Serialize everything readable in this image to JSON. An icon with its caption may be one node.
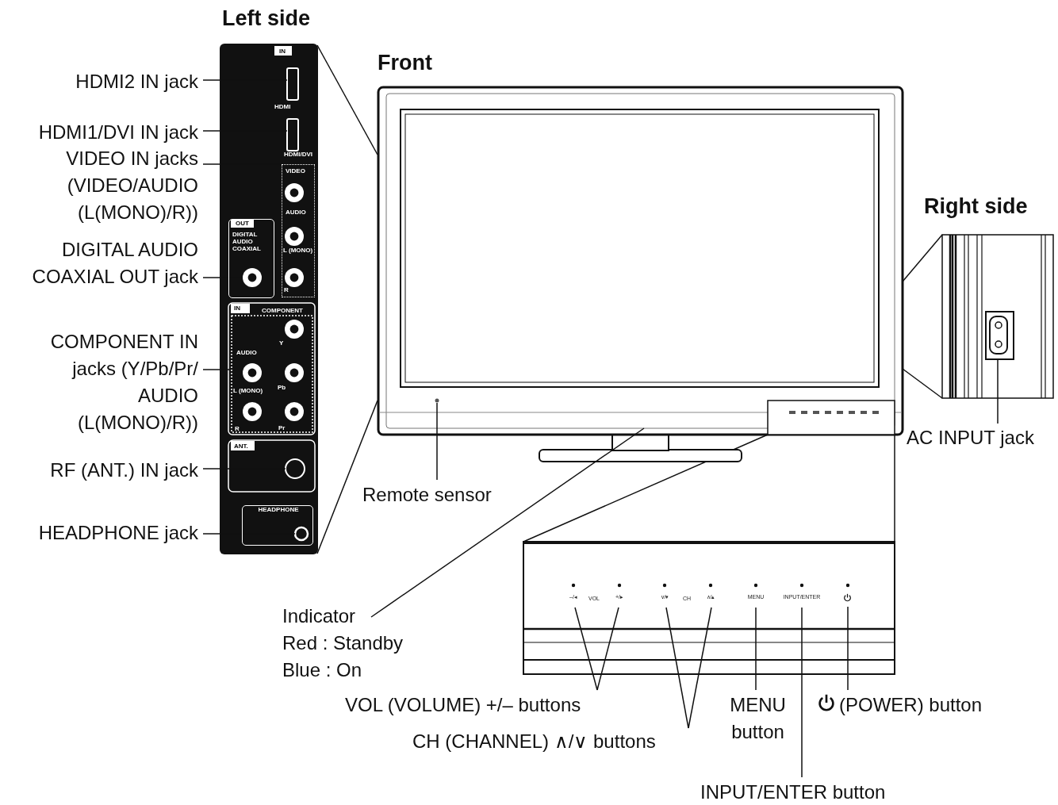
{
  "diagram": {
    "nodes": [
      {
        "text": [
          "HDMI2 IN jack"
        ]
      },
      {
        "text": [
          "HDMI1/DVI IN jack"
        ]
      },
      {
        "text": [
          "VIDEO IN jacks (VIDEO/AUDIO (L(MONO)/R))"
        ]
      },
      {
        "text": [
          "DIGITAL AUDIO COAXIAL OUT jack"
        ]
      },
      {
        "text": [
          "COMPONENT IN jacks (Y/Pb/Pr/ AUDIO (L(MONO)/R))"
        ]
      },
      {
        "text": [
          "RF (ANT.) IN jack"
        ]
      },
      {
        "text": [
          "HEADPHONE jack"
        ]
      },
      {
        "text": [
          "Remote sensor"
        ]
      },
      {
        "text": [
          "AC INPUT jack"
        ]
      },
      {
        "text": [
          "Indicator",
          "Red : Standby Blue : On"
        ]
      },
      {
        "text": [
          "VOL (VOLUME) +/– buttons"
        ]
      },
      {
        "text": [
          "CH (CHANNEL) ∧/∨ buttons"
        ]
      },
      {
        "text": [
          "MENU button"
        ]
      },
      {
        "text": [
          "(POWER) button"
        ]
      },
      {
        "text": [
          "INPUT/ENTER button"
        ]
      },
      {
        "text": [
          "OUT",
          "DIGITAL AUDIO COAXIAL"
        ]
      },
      {
        "text": [
          "HEADPHONE"
        ]
      },
      {
        "text": [
          "–/◂"
        ]
      },
      {
        "text": [
          "+/▸"
        ]
      },
      {
        "text": [
          "∨/▾"
        ]
      },
      {
        "text": [
          "∧/▴"
        ]
      },
      {
        "text": [
          "MENU"
        ]
      },
      {
        "text": [
          "INPUT/ENTER"
        ]
      },
      {
        "text": [
          "VIDEO",
          "AUDIO",
          "L (MONO)",
          "R"
        ]
      }
    ],
    "edges": [
      {
        "from": 0,
        "to": null,
        "arrow": "none"
      },
      {
        "from": 1,
        "to": null,
        "arrow": "none"
      },
      {
        "from": 2,
        "to": 23,
        "arrow": "none"
      },
      {
        "from": 3,
        "to": 15,
        "arrow": "none"
      },
      {
        "from": 4,
        "to": null,
        "arrow": "none"
      },
      {
        "from": 5,
        "to": null,
        "arrow": "none"
      },
      {
        "from": 6,
        "to": 16,
        "arrow": "none"
      },
      {
        "from": 7,
        "to": null,
        "arrow": "none"
      },
      {
        "from": 8,
        "to": null,
        "arrow": "none"
      },
      {
        "from": 9,
        "to": null,
        "arrow": "none"
      },
      {
        "from": 10,
        "to": 17,
        "arrow": "none"
      },
      {
        "from": 10,
        "to": 18,
        "arrow": "none"
      },
      {
        "from": 11,
        "to": 19,
        "arrow": "none"
      },
      {
        "from": 11,
        "to": 20,
        "arrow": "none"
      },
      {
        "from": 12,
        "to": 21,
        "arrow": "none"
      },
      {
        "from": 13,
        "to": null,
        "arrow": "none"
      },
      {
        "from": 14,
        "to": 22,
        "arrow": "none"
      }
    ],
    "labels": [
      "Left side",
      "Front",
      "Right side",
      "IN",
      "HDMI",
      "HDMI/DVI",
      "IN",
      "COMPONENT",
      "AUDIO",
      "L (MONO)",
      "R",
      "Y",
      "Pb",
      "Pr",
      "ANT.",
      "VOL",
      "CH"
    ]
  }
}
